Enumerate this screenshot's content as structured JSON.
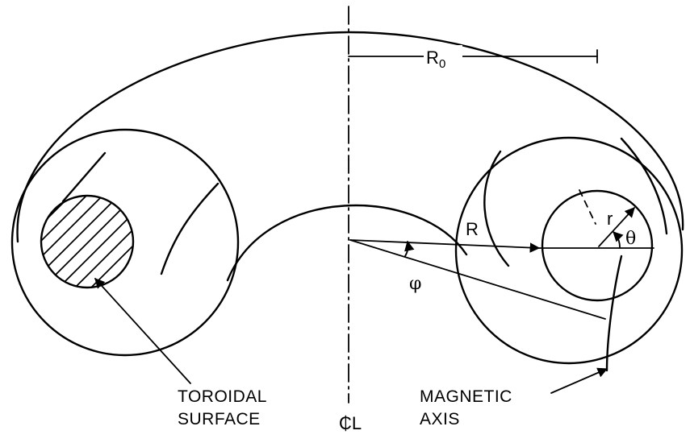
{
  "labels": {
    "r0_main": "R",
    "r0_sub": "0",
    "big_r": "R",
    "small_r": "r",
    "theta": "θ",
    "phi": "φ",
    "centerline": "₵L",
    "toroidal_line1": "TOROIDAL",
    "toroidal_line2": "SURFACE",
    "magnetic_line1": "MAGNETIC",
    "magnetic_line2": "AXIS"
  },
  "colors": {
    "ink": "#000000",
    "paper": "#ffffff"
  }
}
